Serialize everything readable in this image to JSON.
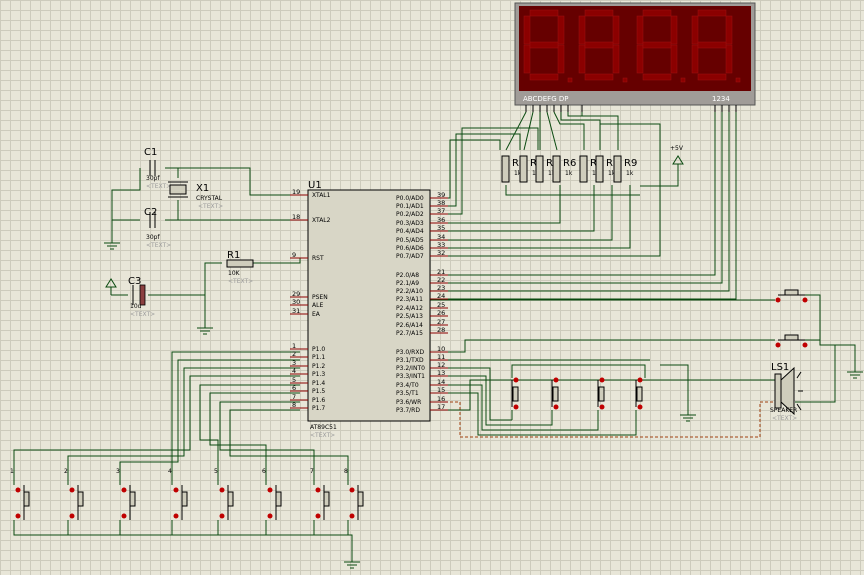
{
  "display": {
    "segment_label": "ABCDEFG  DP",
    "digit_label": "1234"
  },
  "mcu": {
    "ref": "U1",
    "part": "AT89C51",
    "text": "<TEXT>",
    "left_pins": [
      {
        "num": "19",
        "name": "XTAL1"
      },
      {
        "num": "18",
        "name": "XTAL2"
      },
      {
        "num": "9",
        "name": "RST"
      },
      {
        "num": "29",
        "name": "PSEN"
      },
      {
        "num": "30",
        "name": "ALE"
      },
      {
        "num": "31",
        "name": "EA"
      },
      {
        "num": "1",
        "name": "P1.0"
      },
      {
        "num": "2",
        "name": "P1.1"
      },
      {
        "num": "3",
        "name": "P1.2"
      },
      {
        "num": "4",
        "name": "P1.3"
      },
      {
        "num": "5",
        "name": "P1.4"
      },
      {
        "num": "6",
        "name": "P1.5"
      },
      {
        "num": "7",
        "name": "P1.6"
      },
      {
        "num": "8",
        "name": "P1.7"
      }
    ],
    "right_pins": [
      {
        "num": "39",
        "name": "P0.0/AD0"
      },
      {
        "num": "38",
        "name": "P0.1/AD1"
      },
      {
        "num": "37",
        "name": "P0.2/AD2"
      },
      {
        "num": "36",
        "name": "P0.3/AD3"
      },
      {
        "num": "35",
        "name": "P0.4/AD4"
      },
      {
        "num": "34",
        "name": "P0.5/AD5"
      },
      {
        "num": "33",
        "name": "P0.6/AD6"
      },
      {
        "num": "32",
        "name": "P0.7/AD7"
      },
      {
        "num": "21",
        "name": "P2.0/A8"
      },
      {
        "num": "22",
        "name": "P2.1/A9"
      },
      {
        "num": "23",
        "name": "P2.2/A10"
      },
      {
        "num": "24",
        "name": "P2.3/A11"
      },
      {
        "num": "25",
        "name": "P2.4/A12"
      },
      {
        "num": "26",
        "name": "P2.5/A13"
      },
      {
        "num": "27",
        "name": "P2.6/A14"
      },
      {
        "num": "28",
        "name": "P2.7/A15"
      },
      {
        "num": "10",
        "name": "P3.0/RXD"
      },
      {
        "num": "11",
        "name": "P3.1/TXD"
      },
      {
        "num": "12",
        "name": "P3.2/INT0"
      },
      {
        "num": "13",
        "name": "P3.3/INT1"
      },
      {
        "num": "14",
        "name": "P3.4/T0"
      },
      {
        "num": "15",
        "name": "P3.5/T1"
      },
      {
        "num": "16",
        "name": "P3.6/WR"
      },
      {
        "num": "17",
        "name": "P3.7/RD"
      }
    ]
  },
  "components": {
    "c1": {
      "ref": "C1",
      "value": "30pf",
      "text": "<TEXT>"
    },
    "c2": {
      "ref": "C2",
      "value": "30pf",
      "text": "<TEXT>"
    },
    "x1": {
      "ref": "X1",
      "value": "CRYSTAL",
      "text": "<TEXT>"
    },
    "r1": {
      "ref": "R1",
      "value": "10K",
      "text": "<TEXT>"
    },
    "c3": {
      "ref": "C3",
      "value": "10u",
      "text": "<TEXT>"
    },
    "ls1": {
      "ref": "LS1",
      "value": "SPEAKER",
      "text": "<TEXT>"
    },
    "vcc": {
      "label": "+5V"
    }
  },
  "resistor_array": [
    {
      "ref": "R",
      "value": "1k"
    },
    {
      "ref": "R",
      "value": "1k"
    },
    {
      "ref": "R",
      "value": "1k"
    },
    {
      "ref": "R6",
      "value": "1k"
    },
    {
      "ref": "R",
      "value": "1k"
    },
    {
      "ref": "R",
      "value": "1k"
    },
    {
      "ref": "R9",
      "value": "1k"
    }
  ],
  "bottom_buttons": [
    "1",
    "2",
    "3",
    "4",
    "5",
    "6",
    "7",
    "8"
  ]
}
